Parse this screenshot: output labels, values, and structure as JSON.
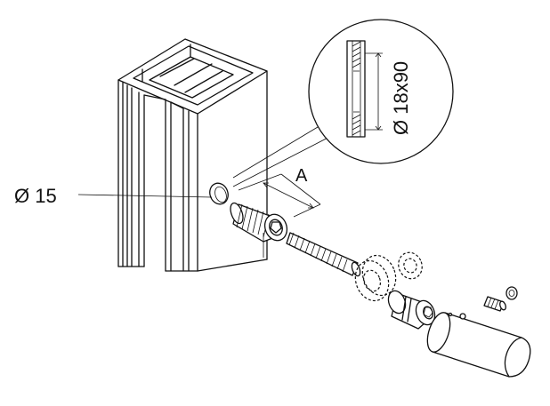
{
  "labels": {
    "hole_diameter": "Ø 15",
    "dimension_a": "A",
    "detail_dimension": "Ø 18x90"
  },
  "colors": {
    "line": "#111111",
    "background": "#ffffff"
  }
}
